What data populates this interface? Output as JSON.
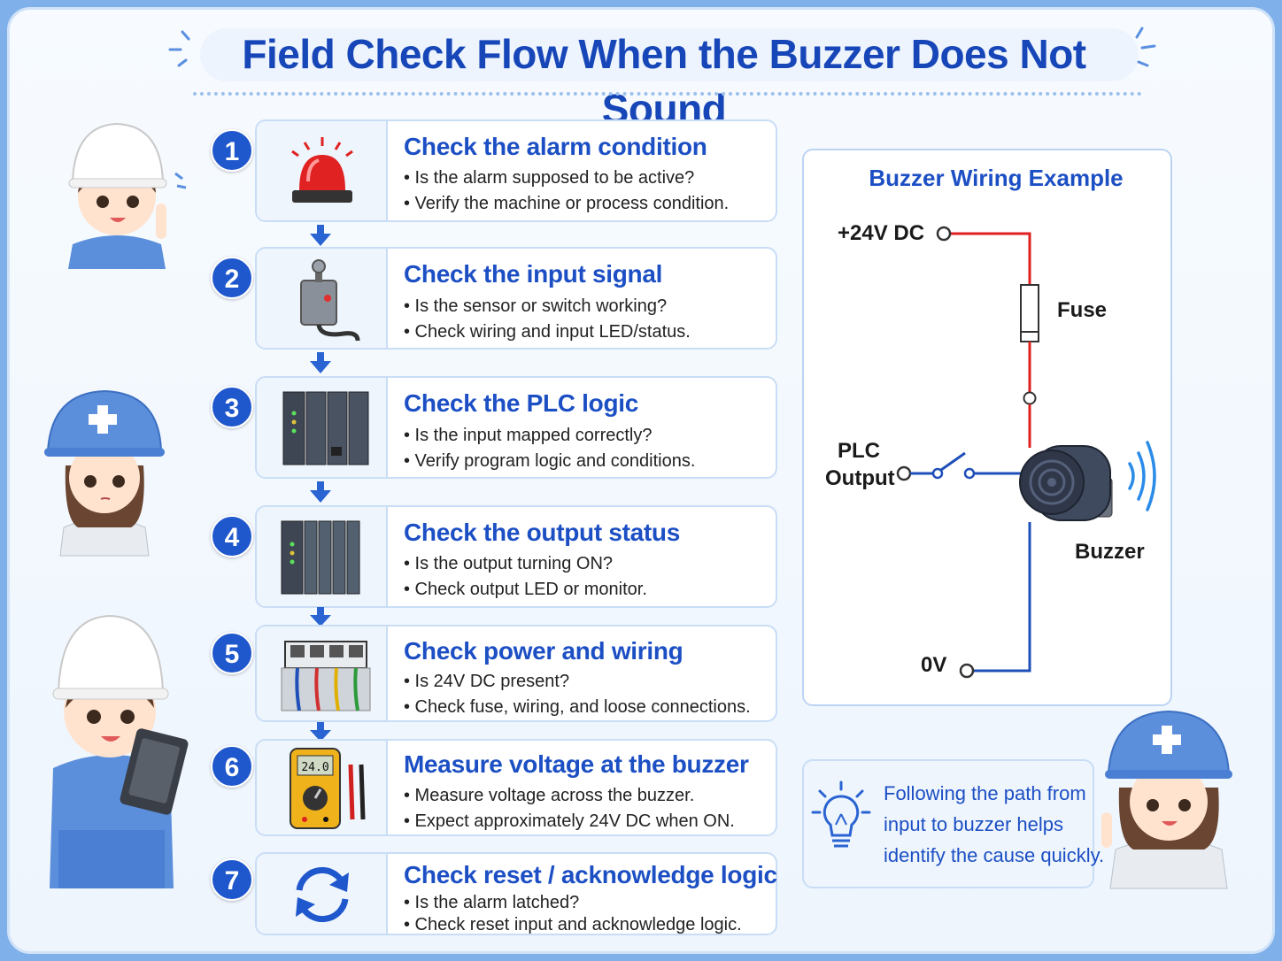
{
  "title": "Field Check Flow When the Buzzer Does Not Sound",
  "steps": [
    {
      "number": "1",
      "title": "Check the alarm condition",
      "lines": [
        "• Is the alarm supposed to be active?",
        "• Verify the machine or process condition."
      ],
      "icon": "alarm-beacon-icon"
    },
    {
      "number": "2",
      "title": "Check the input signal",
      "lines": [
        "• Is the sensor or switch working?",
        "• Check wiring and input LED/status."
      ],
      "icon": "limit-switch-icon"
    },
    {
      "number": "3",
      "title": "Check the PLC logic",
      "lines": [
        "• Is the input mapped correctly?",
        "• Verify program logic and conditions."
      ],
      "icon": "plc-module-icon"
    },
    {
      "number": "4",
      "title": "Check the output status",
      "lines": [
        "• Is the output turning ON?",
        "• Check output LED or monitor."
      ],
      "icon": "plc-output-module-icon"
    },
    {
      "number": "5",
      "title": "Check power and wiring",
      "lines": [
        "• Is 24V DC present?",
        "• Check fuse, wiring, and loose connections."
      ],
      "icon": "terminal-block-icon"
    },
    {
      "number": "6",
      "title": "Measure voltage at the buzzer",
      "lines": [
        "• Measure voltage across the buzzer.",
        "• Expect approximately 24V DC when ON."
      ],
      "icon": "multimeter-icon",
      "meter_reading": "24.0"
    },
    {
      "number": "7",
      "title": "Check reset / acknowledge logic",
      "lines": [
        "• Is the alarm latched?",
        "• Check reset input and acknowledge logic."
      ],
      "icon": "reset-cycle-icon"
    }
  ],
  "wiring": {
    "title": "Buzzer Wiring Example",
    "supply_label": "+24V DC",
    "fuse_label": "Fuse",
    "plc_label_1": "PLC",
    "plc_label_2": "Output",
    "buzzer_label": "Buzzer",
    "zero_label": "0V"
  },
  "tip": {
    "lines": [
      "Following the path from",
      "input to buzzer helps",
      "identify the cause quickly."
    ],
    "icon": "lightbulb-icon"
  },
  "characters": [
    "worker-pointing-illustration",
    "worker-thinking-illustration",
    "worker-clipboard-illustration",
    "worker-tip-illustration"
  ],
  "colors": {
    "accent": "#1c4fc4",
    "number_badge": "#1f57cc",
    "wire_positive": "#e02020",
    "wire_negative": "#1f4fb8"
  }
}
